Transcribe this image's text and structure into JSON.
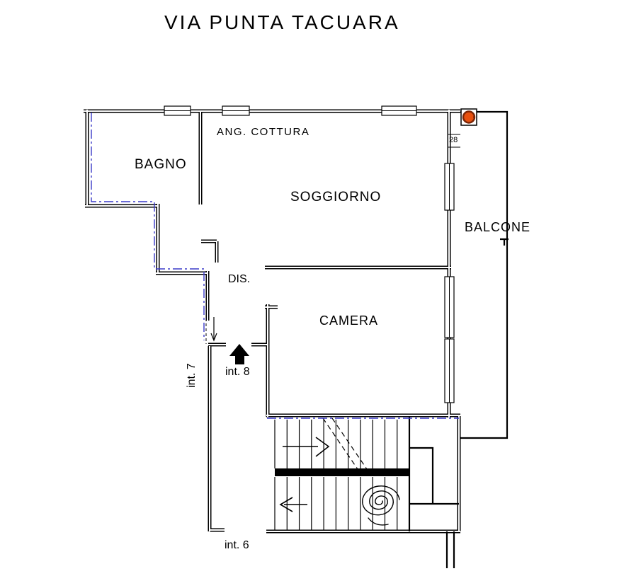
{
  "title": "VIA PUNTA TACUARA",
  "rooms": {
    "bagno": "BAGNO",
    "ang_cottura": "ANG. COTTURA",
    "soggiorno": "SOGGIORNO",
    "balcone": "BALCONE",
    "dis": "DIS.",
    "camera": "CAMERA"
  },
  "units": {
    "int7": "int. 7",
    "int8": "int. 8",
    "int6": "int. 6"
  },
  "dimensions": {
    "window_width": "28"
  },
  "colors": {
    "walls": "#000000",
    "property_line": "#3a3ac8",
    "boiler_fill": "#e8500f",
    "boiler_ring": "#7a2506"
  }
}
